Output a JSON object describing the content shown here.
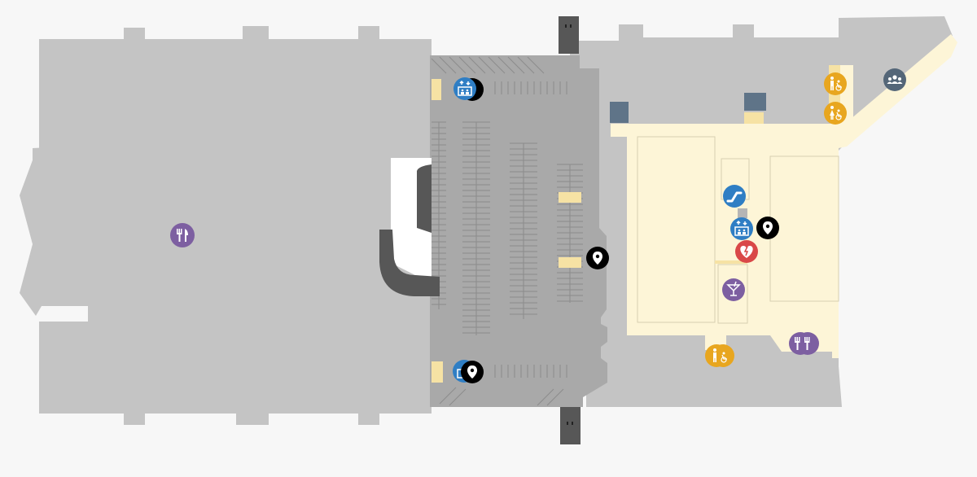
{
  "map": {
    "colors": {
      "background": "#f7f7f7",
      "floor": "#c4c4c4",
      "parking": "#a9a9a9",
      "highlight": "#fdf5d7",
      "stair": "#575757",
      "yellow_block": "#f6e2a4",
      "blue_block": "#5f7488",
      "parking_line": "#8c8c8c",
      "outline": "#d8d0b0"
    },
    "pois": [
      {
        "name": "restaurant-icon",
        "category": "restaurant",
        "color": "#7d5fa1"
      },
      {
        "name": "elevator-icon",
        "category": "elevator",
        "color": "#2f7ec4"
      },
      {
        "name": "location-pin-icon",
        "category": "location",
        "color": "#000000"
      },
      {
        "name": "elevator-icon",
        "category": "elevator",
        "color": "#2f7ec4"
      },
      {
        "name": "location-pin-icon",
        "category": "location",
        "color": "#000000"
      },
      {
        "name": "location-pin-icon",
        "category": "location",
        "color": "#000000"
      },
      {
        "name": "restroom-icon",
        "category": "restroom",
        "color": "#e8a61f"
      },
      {
        "name": "restroom-icon",
        "category": "restroom",
        "color": "#e8a61f"
      },
      {
        "name": "group-icon",
        "category": "meeting",
        "color": "#546678"
      },
      {
        "name": "escalator-icon",
        "category": "escalator",
        "color": "#2f7ec4"
      },
      {
        "name": "elevator-icon",
        "category": "elevator",
        "color": "#2f7ec4"
      },
      {
        "name": "location-pin-icon",
        "category": "location",
        "color": "#000000"
      },
      {
        "name": "aed-heart-icon",
        "category": "aed",
        "color": "#d94848"
      },
      {
        "name": "bar-cocktail-icon",
        "category": "bar",
        "color": "#7d5fa1"
      },
      {
        "name": "restroom-icon",
        "category": "restroom",
        "color": "#e8a61f"
      },
      {
        "name": "restaurant-icon",
        "category": "restaurant",
        "color": "#7d5fa1"
      }
    ]
  }
}
